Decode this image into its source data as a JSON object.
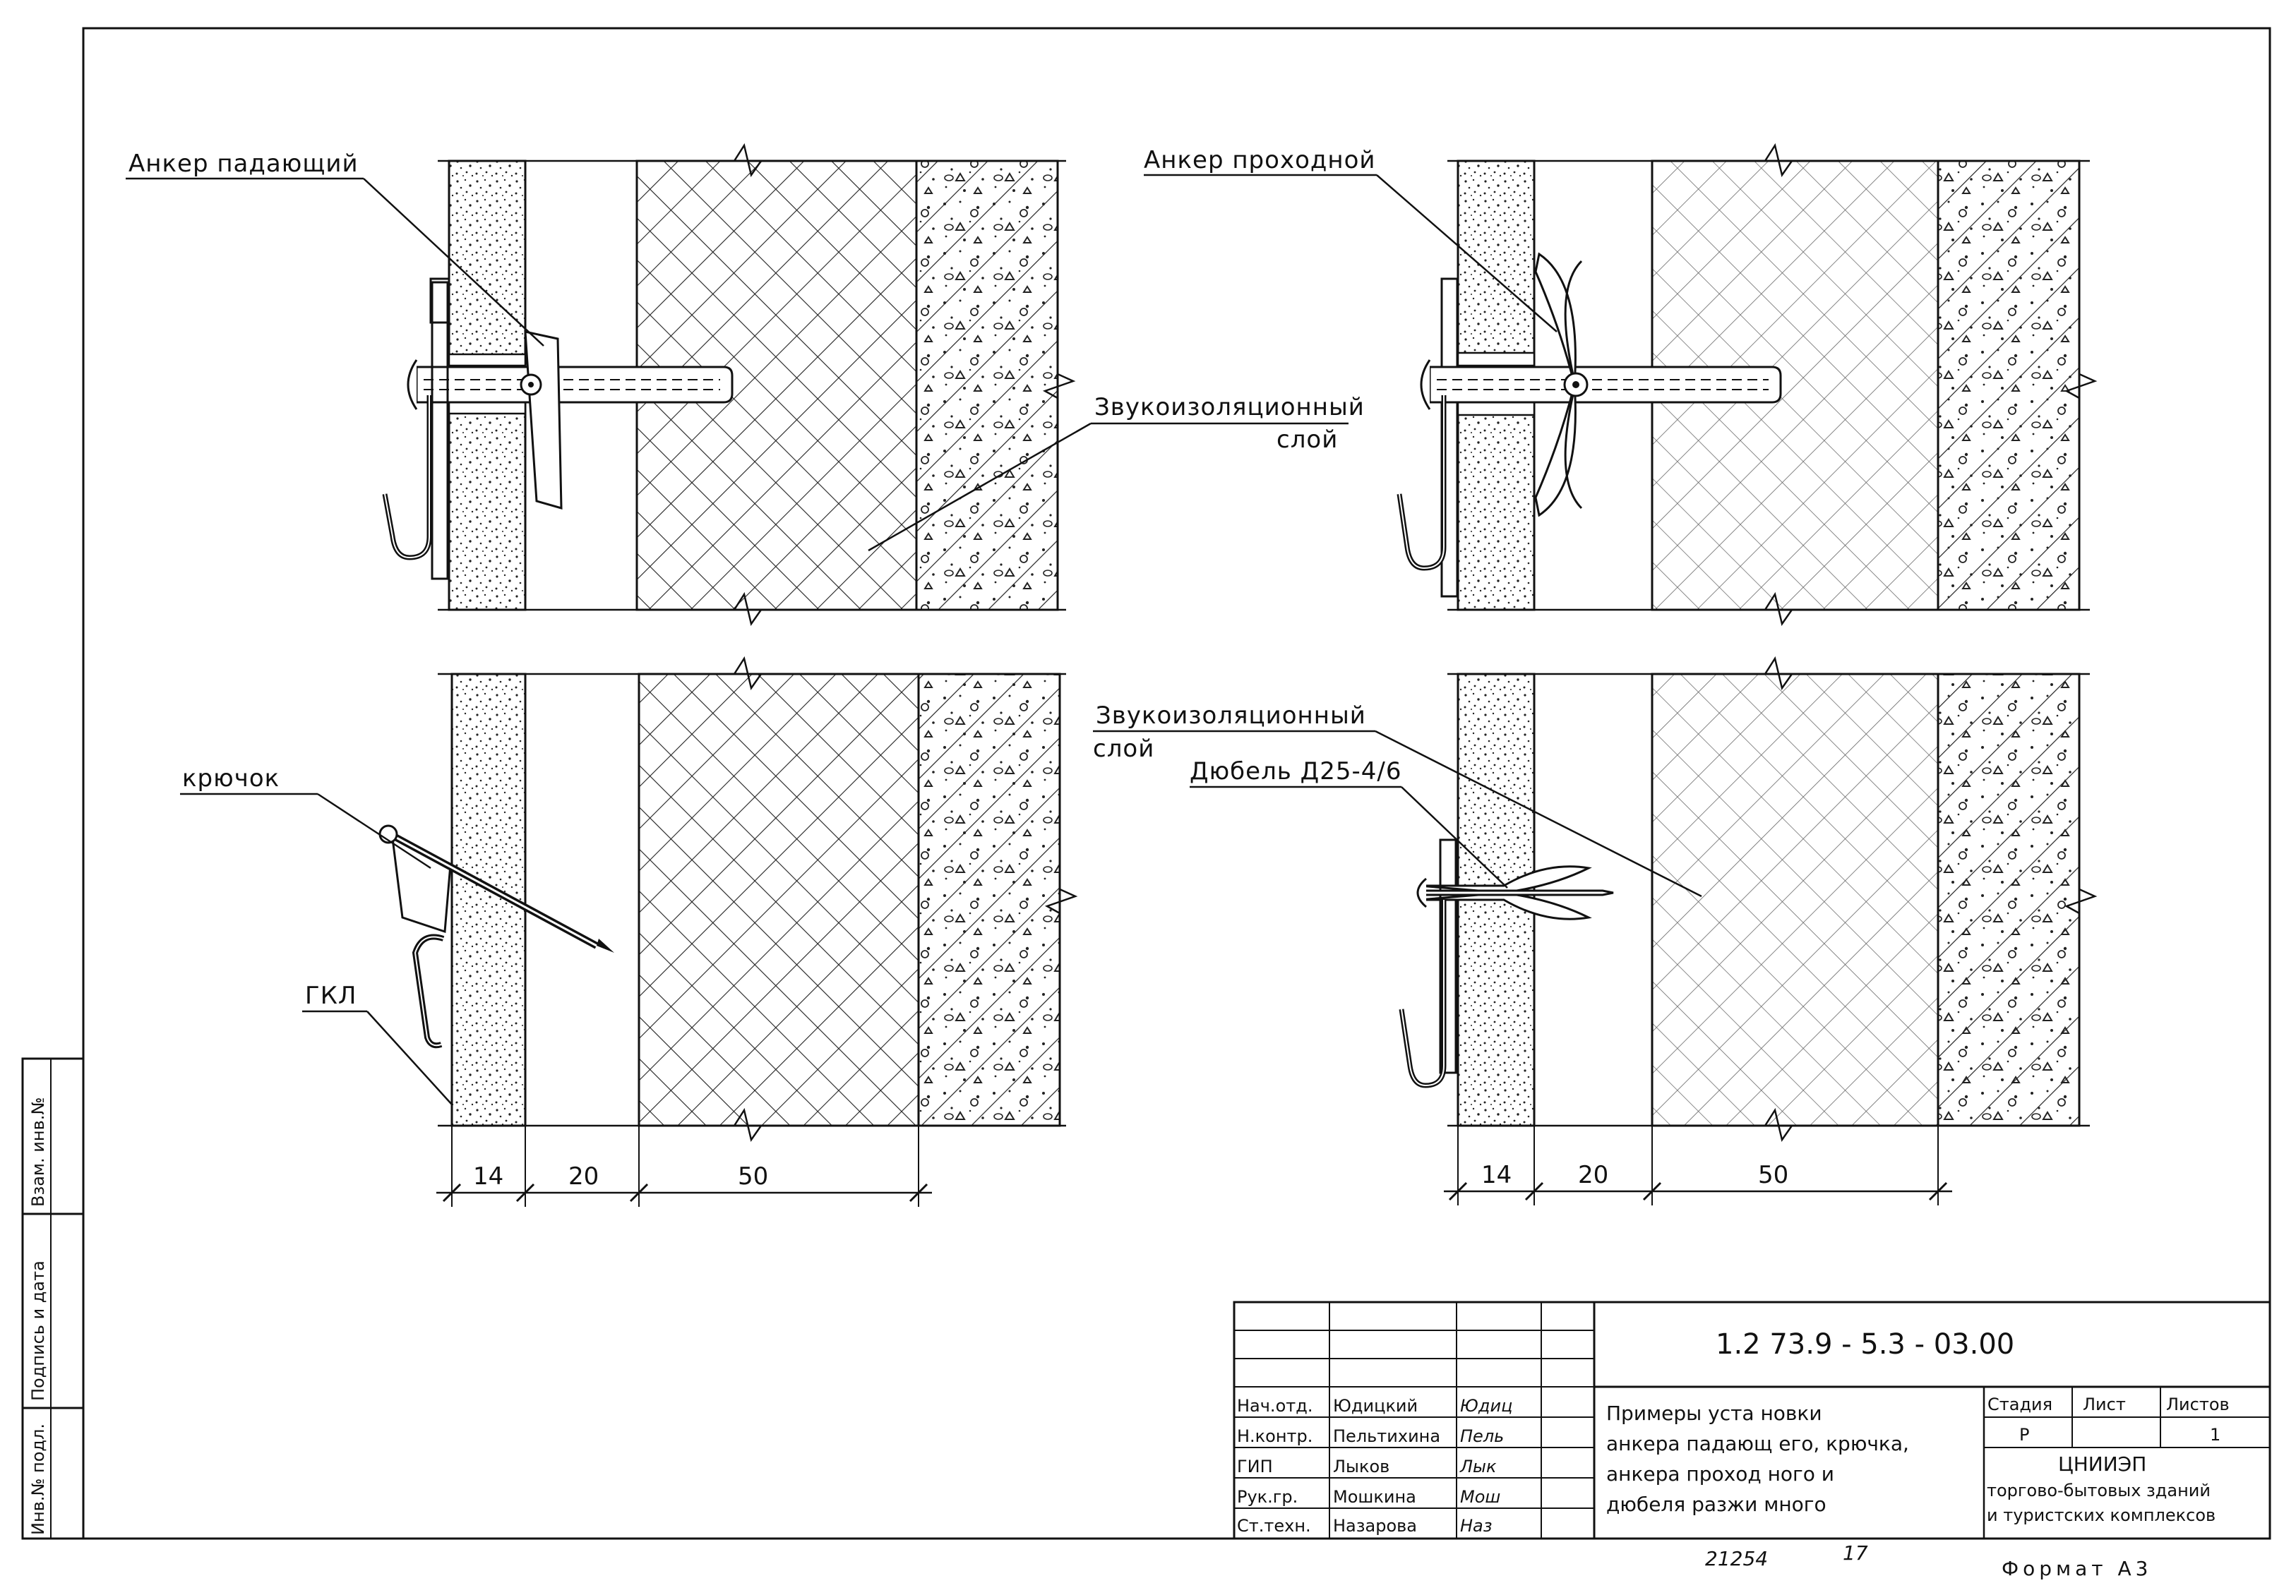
{
  "labels": {
    "anchor_falling": "Анкер падающий",
    "anchor_through": "Анкер проходной",
    "soundproof_1_line1": "Звукоизоляционный",
    "soundproof_1_line2": "слой",
    "soundproof_2_line1": "Звукоизоляционный",
    "soundproof_2_line2": "слой",
    "hook": "крючок",
    "gkl": "ГКЛ",
    "dowel": "Дюбель Д25-4/6"
  },
  "dimensions": {
    "left": [
      "14",
      "20",
      "50"
    ],
    "right": [
      "14",
      "20",
      "50"
    ]
  },
  "side_stamp": [
    "Инв.№ подл.",
    "Подпись и дата",
    "Взам. инв.№"
  ],
  "title_block": {
    "doc_code": "1.2 73.9 - 5.3 - 03.00",
    "title_lines": [
      "Примеры уста новки",
      "анкера падающ его, крючка,",
      "анкера проход ного и",
      "дюбеля разжи много"
    ],
    "people": [
      {
        "role": "Нач.отд.",
        "name": "Юдицкий",
        "sign": "Юдиц"
      },
      {
        "role": "Н.контр.",
        "name": "Пельтихина",
        "sign": "Пель"
      },
      {
        "role": "ГИП",
        "name": "Лыков",
        "sign": "Лык"
      },
      {
        "role": "Рук.гр.",
        "name": "Мошкина",
        "sign": "Мош"
      },
      {
        "role": "Ст.техн.",
        "name": "Назарова",
        "sign": "Наз"
      }
    ],
    "stage_header": "Стадия",
    "sheet_header": "Лист",
    "sheets_header": "Листов",
    "stage": "Р",
    "sheet": "",
    "sheets": "1",
    "org_name": "ЦНИИЭП",
    "org_line1": "торгово-бытовых зданий",
    "org_line2": "и туристских комплексов"
  },
  "footer": {
    "number": "21254",
    "page": "17",
    "format": "Формат А3"
  }
}
